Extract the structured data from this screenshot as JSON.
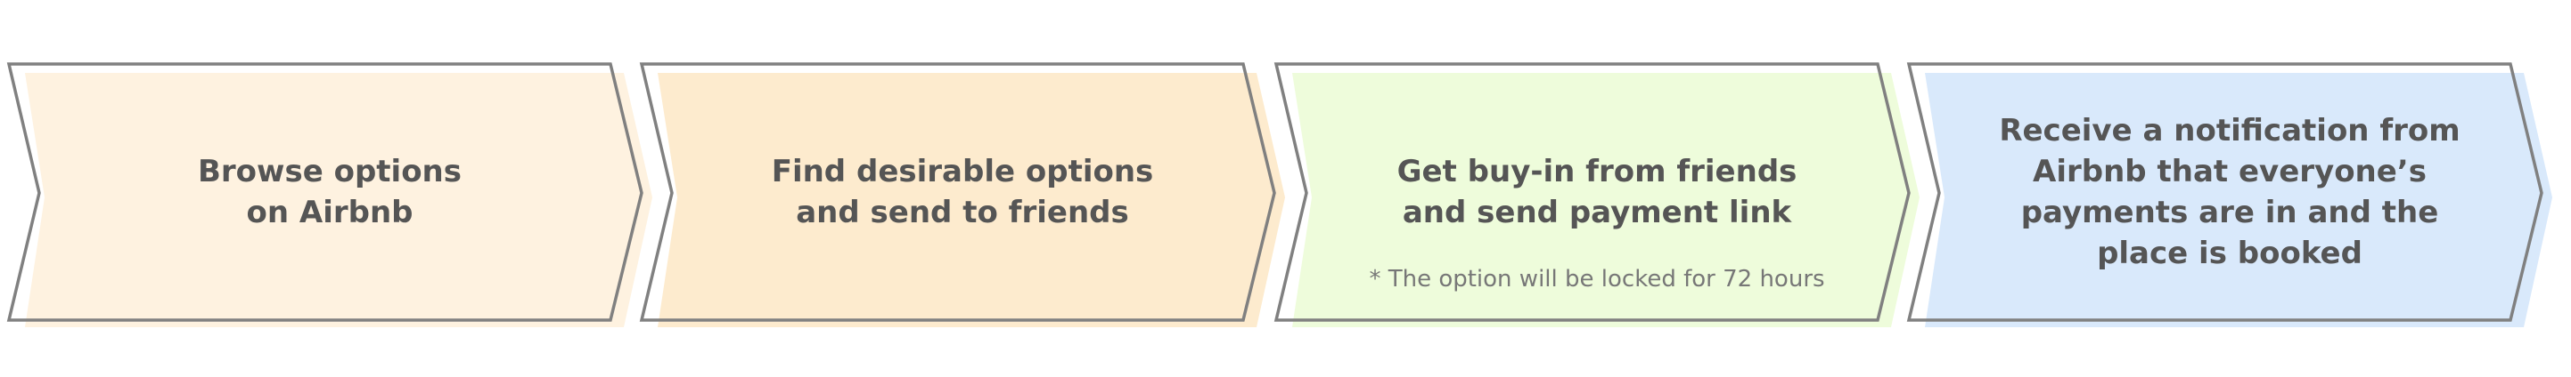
{
  "colors": {
    "outline": "#808080",
    "text": "#555555",
    "note_text": "#777777"
  },
  "steps": [
    {
      "fill": "#FEF2E0",
      "lines": [
        "Browse options",
        "on Airbnb"
      ],
      "note": ""
    },
    {
      "fill": "#FDEBCE",
      "lines": [
        "Find desirable options",
        "and send to friends"
      ],
      "note": ""
    },
    {
      "fill": "#EEFCDB",
      "lines": [
        "Get buy-in from friends",
        "and send payment link"
      ],
      "note": "* The option will be locked for 72 hours"
    },
    {
      "fill": "#D9E9FB",
      "lines": [
        "Receive a notification from",
        "Airbnb that everyone’s",
        "payments are in and the",
        "place is booked"
      ],
      "note": ""
    }
  ]
}
